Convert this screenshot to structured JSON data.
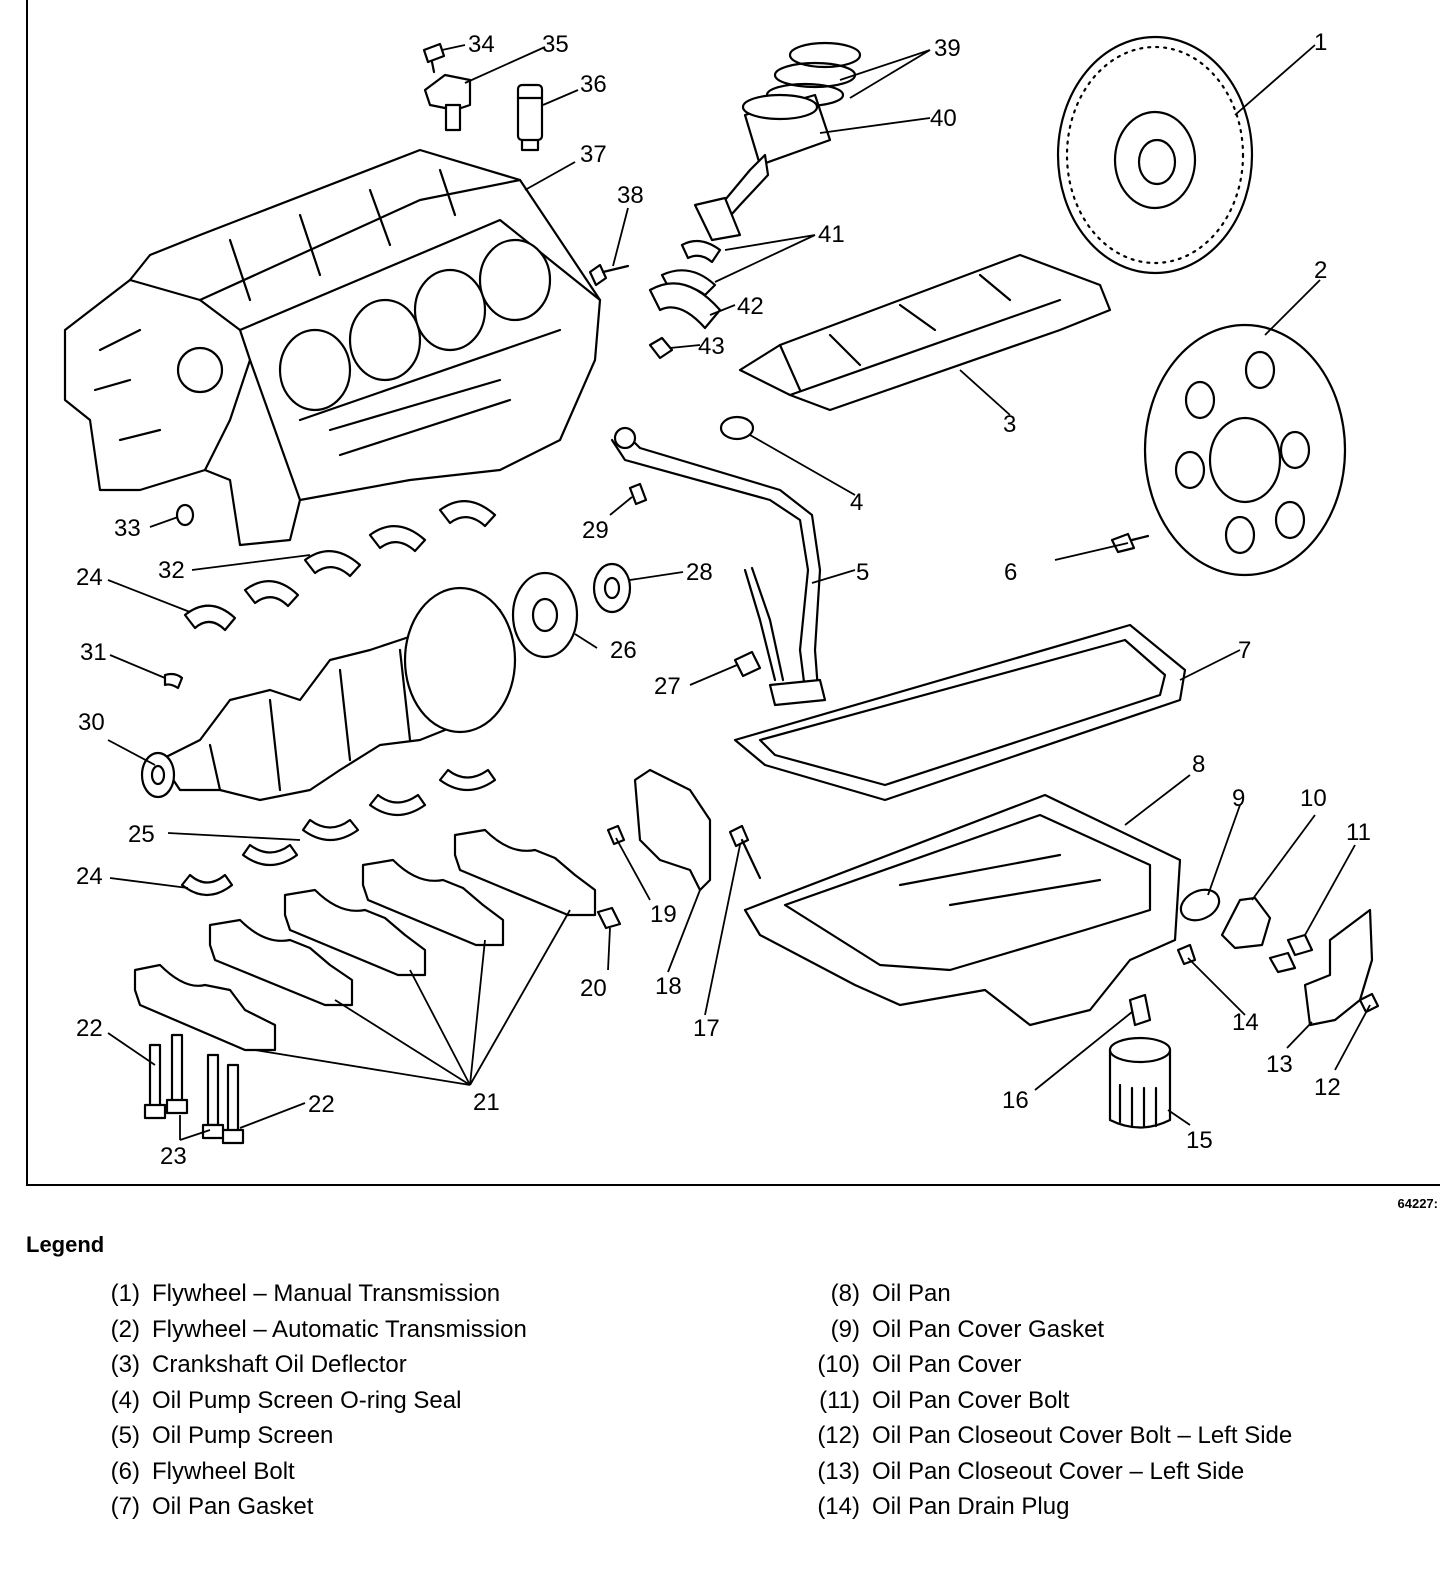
{
  "figure_id": "64227:",
  "legend": {
    "title": "Legend",
    "left": [
      {
        "num": "(1)",
        "text": "Flywheel – Manual Transmission"
      },
      {
        "num": "(2)",
        "text": "Flywheel – Automatic Transmission"
      },
      {
        "num": "(3)",
        "text": "Crankshaft Oil Deflector"
      },
      {
        "num": "(4)",
        "text": "Oil Pump Screen O-ring Seal"
      },
      {
        "num": "(5)",
        "text": "Oil Pump Screen"
      },
      {
        "num": "(6)",
        "text": "Flywheel Bolt"
      },
      {
        "num": "(7)",
        "text": "Oil Pan Gasket"
      }
    ],
    "right": [
      {
        "num": "(8)",
        "text": "Oil Pan"
      },
      {
        "num": "(9)",
        "text": "Oil Pan Cover Gasket"
      },
      {
        "num": "(10)",
        "text": "Oil Pan Cover"
      },
      {
        "num": "(11)",
        "text": "Oil Pan Cover Bolt"
      },
      {
        "num": "(12)",
        "text": "Oil Pan Closeout Cover Bolt – Left Side"
      },
      {
        "num": "(13)",
        "text": "Oil Pan Closeout Cover – Left Side"
      },
      {
        "num": "(14)",
        "text": "Oil Pan Drain Plug"
      }
    ]
  },
  "callouts": {
    "c1": "1",
    "c2": "2",
    "c3": "3",
    "c4": "4",
    "c5": "5",
    "c6": "6",
    "c7": "7",
    "c8": "8",
    "c9": "9",
    "c10": "10",
    "c11": "11",
    "c12": "12",
    "c13": "13",
    "c14": "14",
    "c15": "15",
    "c16": "16",
    "c17": "17",
    "c18": "18",
    "c19": "19",
    "c20": "20",
    "c21": "21",
    "c22a": "22",
    "c22b": "22",
    "c23": "23",
    "c24a": "24",
    "c24b": "24",
    "c25": "25",
    "c26": "26",
    "c27": "27",
    "c28": "28",
    "c29": "29",
    "c30": "30",
    "c31": "31",
    "c32": "32",
    "c33": "33",
    "c34": "34",
    "c35": "35",
    "c36": "36",
    "c37": "37",
    "c38": "38",
    "c39": "39",
    "c40": "40",
    "c41": "41",
    "c42": "42",
    "c43": "43"
  }
}
